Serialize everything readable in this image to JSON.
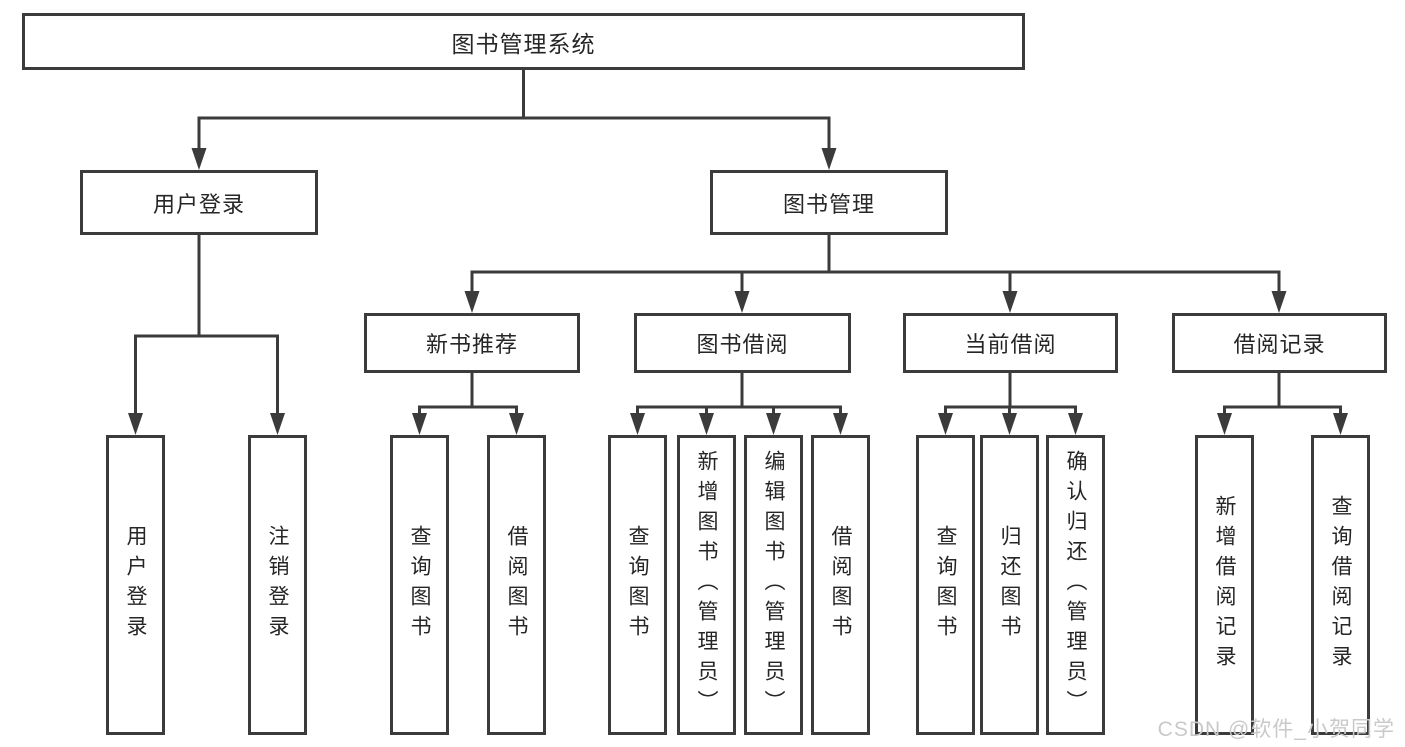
{
  "colors": {
    "line": "#3b3b3b",
    "text": "#262626",
    "background": "#ffffff",
    "watermark": "#c9c9c9"
  },
  "watermark": {
    "text": "CSDN @软件_小贺同学"
  },
  "tree": {
    "root": {
      "label": "图书管理系统"
    },
    "user_login": {
      "label": "用户登录"
    },
    "book_management": {
      "label": "图书管理"
    },
    "new_book_recommend": {
      "label": "新书推荐"
    },
    "book_borrow": {
      "label": "图书借阅"
    },
    "current_borrow": {
      "label": "当前借阅"
    },
    "borrow_record": {
      "label": "借阅记录"
    },
    "leaves": {
      "user_login_leaf": {
        "label": "用户登录"
      },
      "logout": {
        "label": "注销登录"
      },
      "query_books_recommend": {
        "label": "查询图书"
      },
      "borrow_books_recommend": {
        "label": "借阅图书"
      },
      "query_books_borrow": {
        "label": "查询图书"
      },
      "add_books_admin": {
        "label": "新增图书（管理员）"
      },
      "edit_books_admin": {
        "label": "编辑图书（管理员）"
      },
      "borrow_books_borrow": {
        "label": "借阅图书"
      },
      "query_books_current": {
        "label": "查询图书"
      },
      "return_books": {
        "label": "归还图书"
      },
      "confirm_return_admin": {
        "label": "确认归还（管理员）"
      },
      "add_borrow_record": {
        "label": "新增借阅记录"
      },
      "query_borrow_record": {
        "label": "查询借阅记录"
      }
    }
  }
}
